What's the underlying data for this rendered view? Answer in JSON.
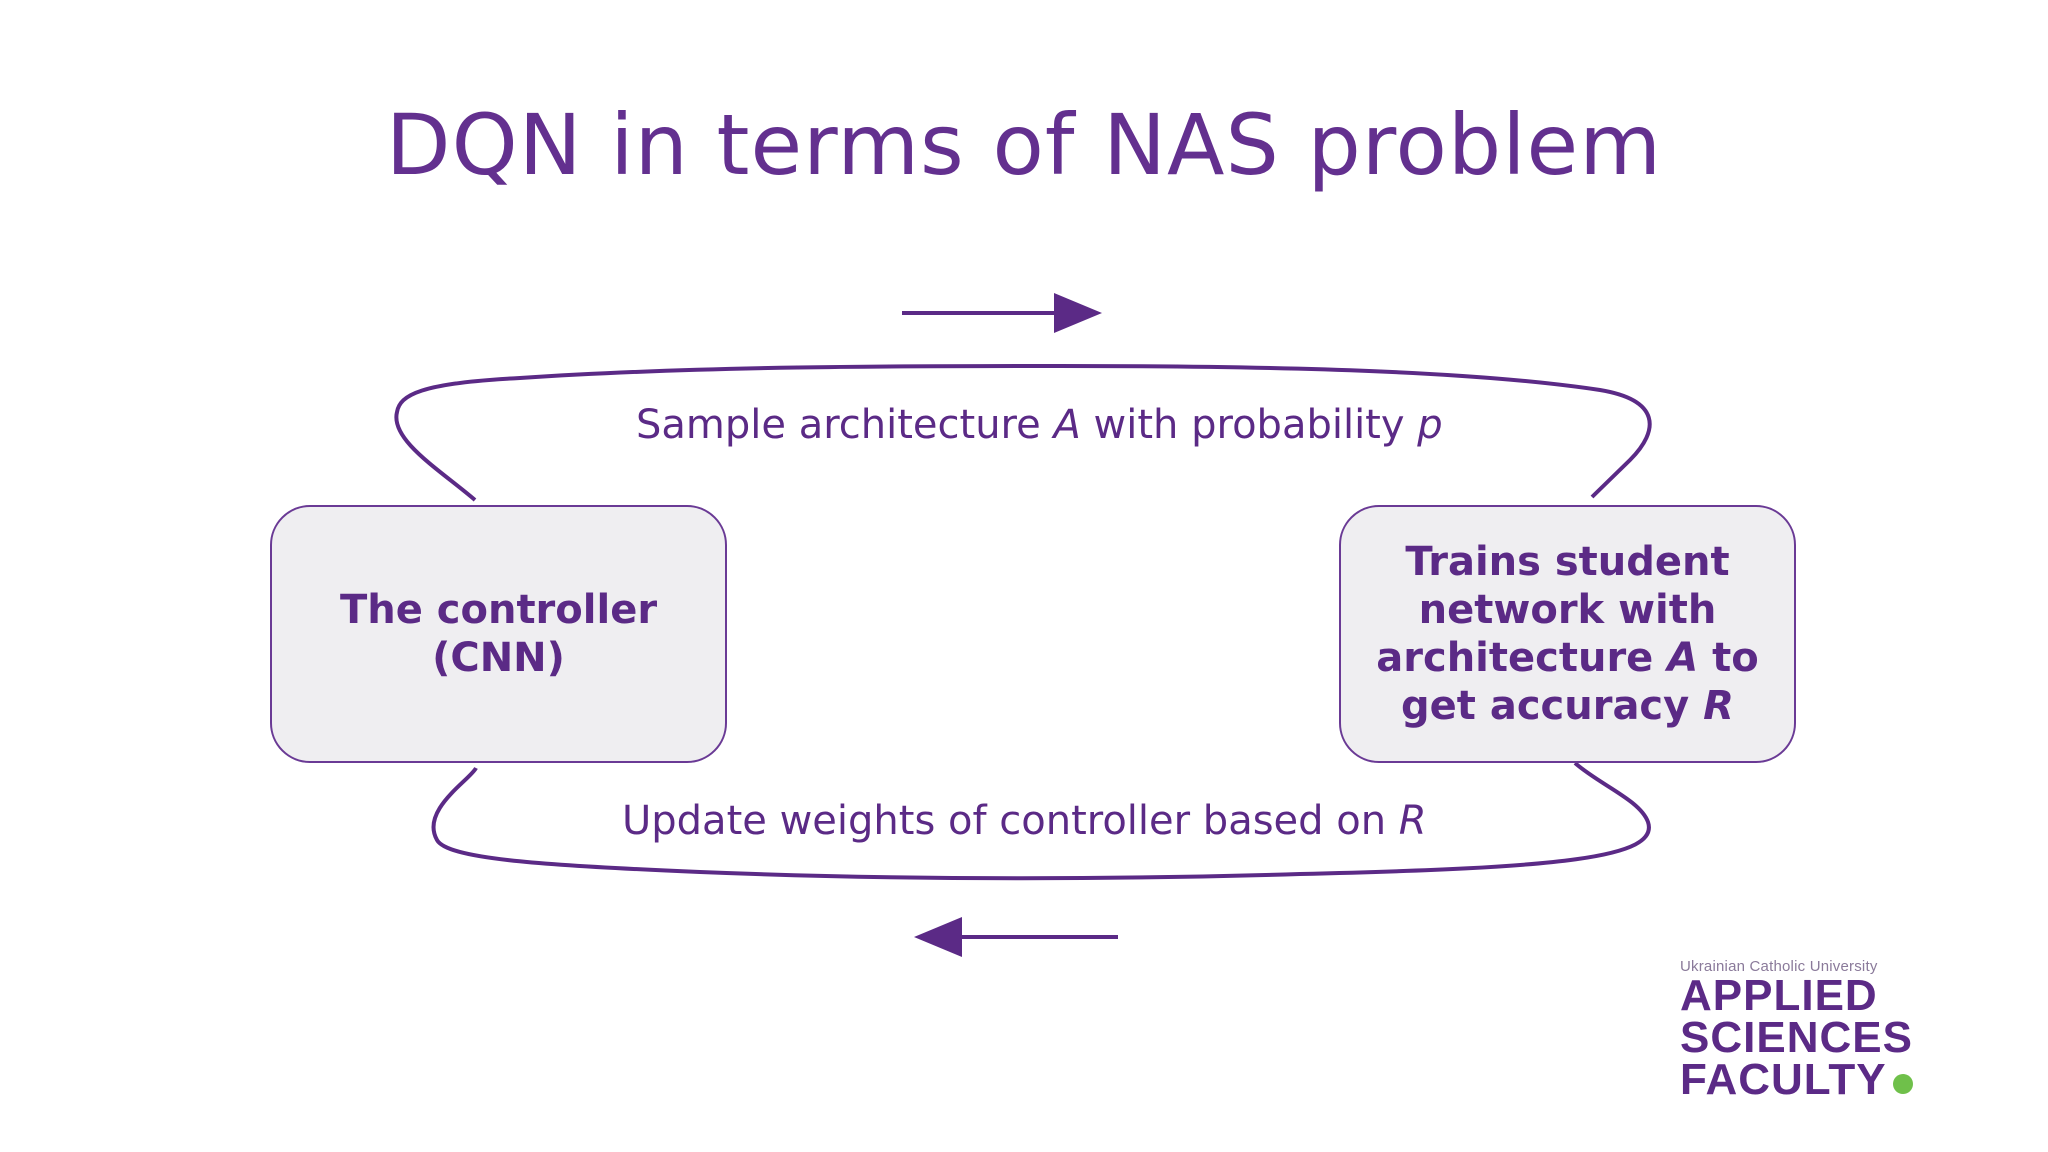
{
  "slide": {
    "title": "DQN in terms of NAS problem"
  },
  "diagram": {
    "controller_box": "The controller\n(CNN)",
    "trainer_box": {
      "line1": "Trains student",
      "line2": "network with",
      "line3_pre": "architecture ",
      "line3_var": "A",
      "line3_post": " to",
      "line4_pre": "get accuracy ",
      "line4_var": "R"
    },
    "top_edge": {
      "text_pre": "Sample architecture ",
      "var_a": "A",
      "text_mid": " with probability ",
      "var_p": "p"
    },
    "bottom_edge": {
      "text_pre": "Update weights of controller based on ",
      "var_r": "R"
    },
    "accent_color": "#5b2a86",
    "box_fill": "#efeef1"
  },
  "logo": {
    "university": "Ukrainian Catholic University",
    "line1": "APPLIED",
    "line2": "SCIENCES",
    "line3": "FACULTY",
    "dot_color": "#6fc04a"
  }
}
